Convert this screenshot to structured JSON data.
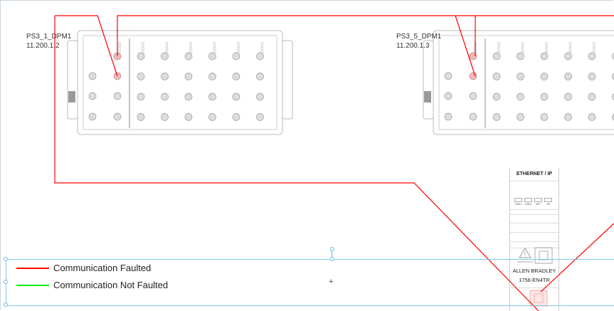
{
  "devices": [
    {
      "name": "PS3_1_DPM1",
      "ip": "11.200.1.2"
    },
    {
      "name": "PS3_5_DPM1",
      "ip": "11.200.1.3"
    }
  ],
  "module": {
    "title": "ETHERNET / IP",
    "leds": [
      "LINK1",
      "LINK2",
      "NET",
      "OK"
    ],
    "brand": "ALLEN BRADLEY",
    "model": "1756-EN4TR"
  },
  "legend": [
    {
      "label": "Communication Faulted",
      "color": "#ff0000"
    },
    {
      "label": "Communication Not Faulted",
      "color": "#00ee00"
    }
  ],
  "colors": {
    "fault": "#ff0000",
    "selection": "#7fc8ee"
  }
}
